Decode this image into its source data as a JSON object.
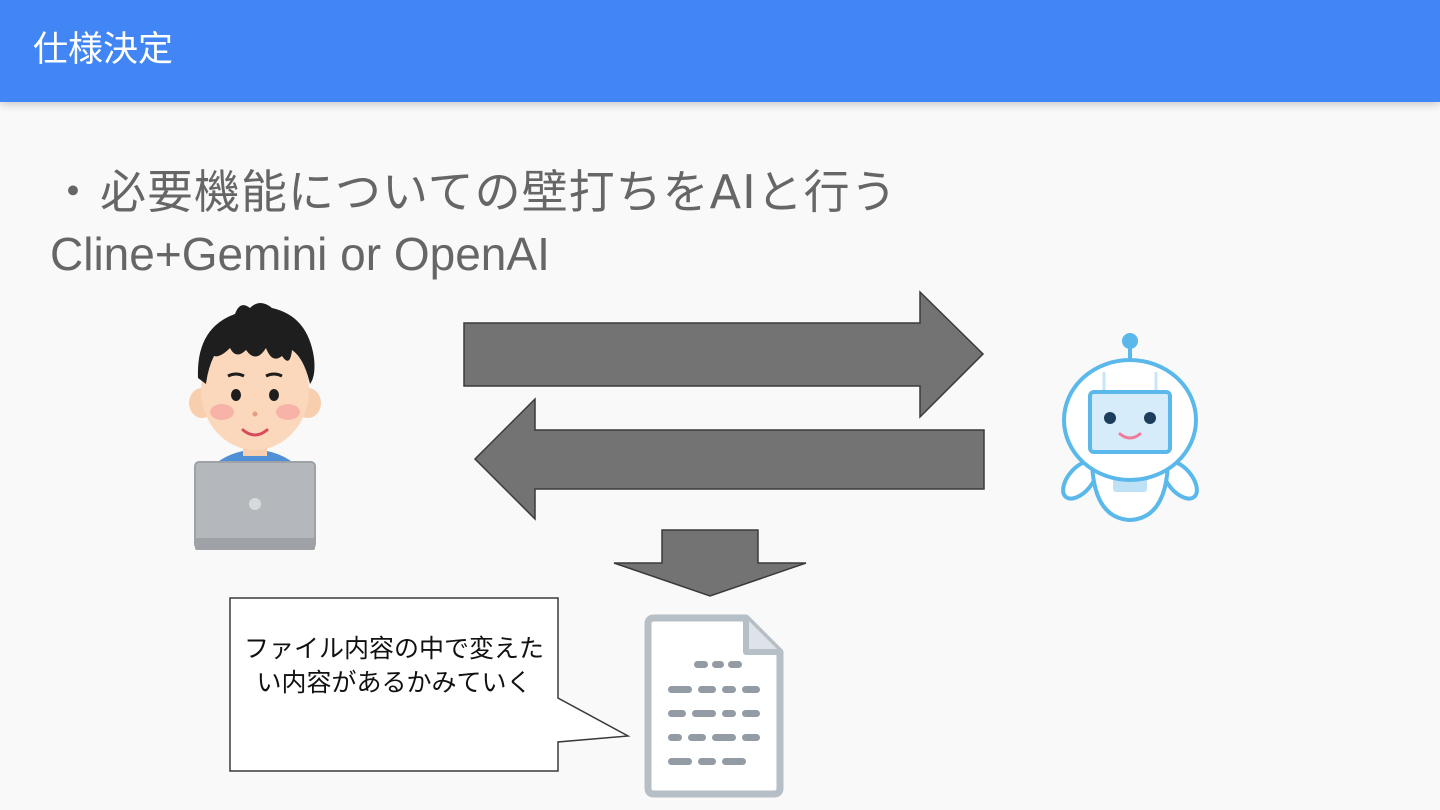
{
  "header": {
    "title": "仕様決定"
  },
  "content": {
    "bullet_marker": "・",
    "bullet_text": "必要機能についての壁打ちをAIと行う",
    "subtext": "Cline+Gemini or OpenAI"
  },
  "callout": {
    "text": "ファイル内容の中で変えたい内容があるかみていく"
  },
  "icons": {
    "person": "person-with-laptop-icon",
    "robot": "robot-icon",
    "document": "document-icon"
  },
  "colors": {
    "header_bg": "#4285f4",
    "arrow_fill": "#737373",
    "text_gray": "#666666",
    "robot_blue": "#5bb8ea"
  }
}
